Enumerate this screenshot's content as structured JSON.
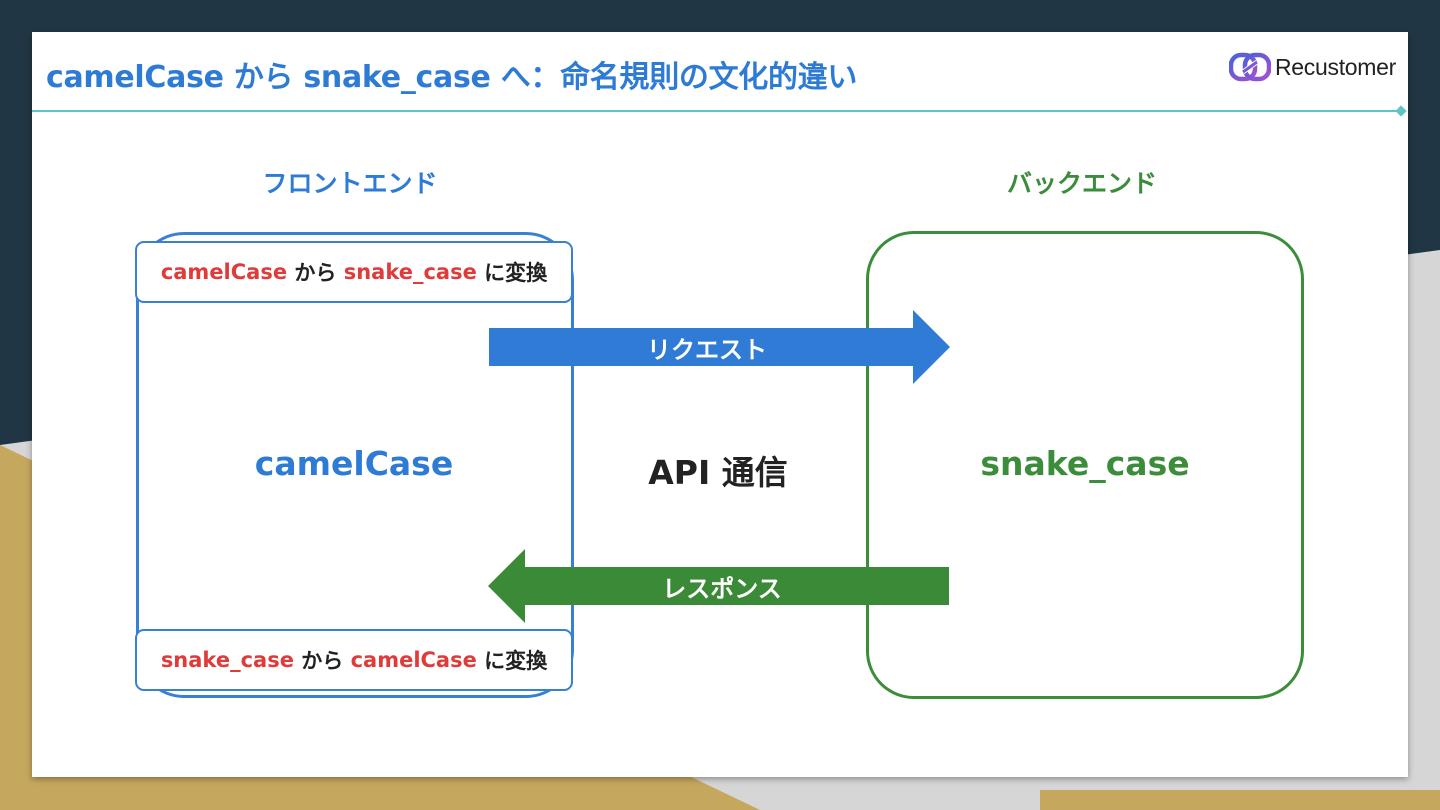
{
  "slide": {
    "title": "camelCase から snake_case へ：命名規則の文化的違い",
    "logo_text": "Recustomer"
  },
  "frontend": {
    "heading": "フロントエンド",
    "center_label": "camelCase",
    "convert_top": {
      "part1": "camelCase",
      "part2": " から ",
      "part3": "snake_case",
      "part4": " に変換"
    },
    "convert_bottom": {
      "part1": "snake_case",
      "part2": " から ",
      "part3": "camelCase",
      "part4": " に変換"
    }
  },
  "backend": {
    "heading": "バックエンド",
    "center_label": "snake_case"
  },
  "middle": {
    "label": "API 通信",
    "request_label": "リクエスト",
    "response_label": "レスポンス"
  },
  "colors": {
    "frontend_blue": "#2d7bd4",
    "backend_green": "#3b8c3b",
    "highlight_red": "#e03a3a",
    "accent_teal": "#5cc6c4",
    "bg_dark": "#213644",
    "bg_gold": "#c6a75e"
  }
}
